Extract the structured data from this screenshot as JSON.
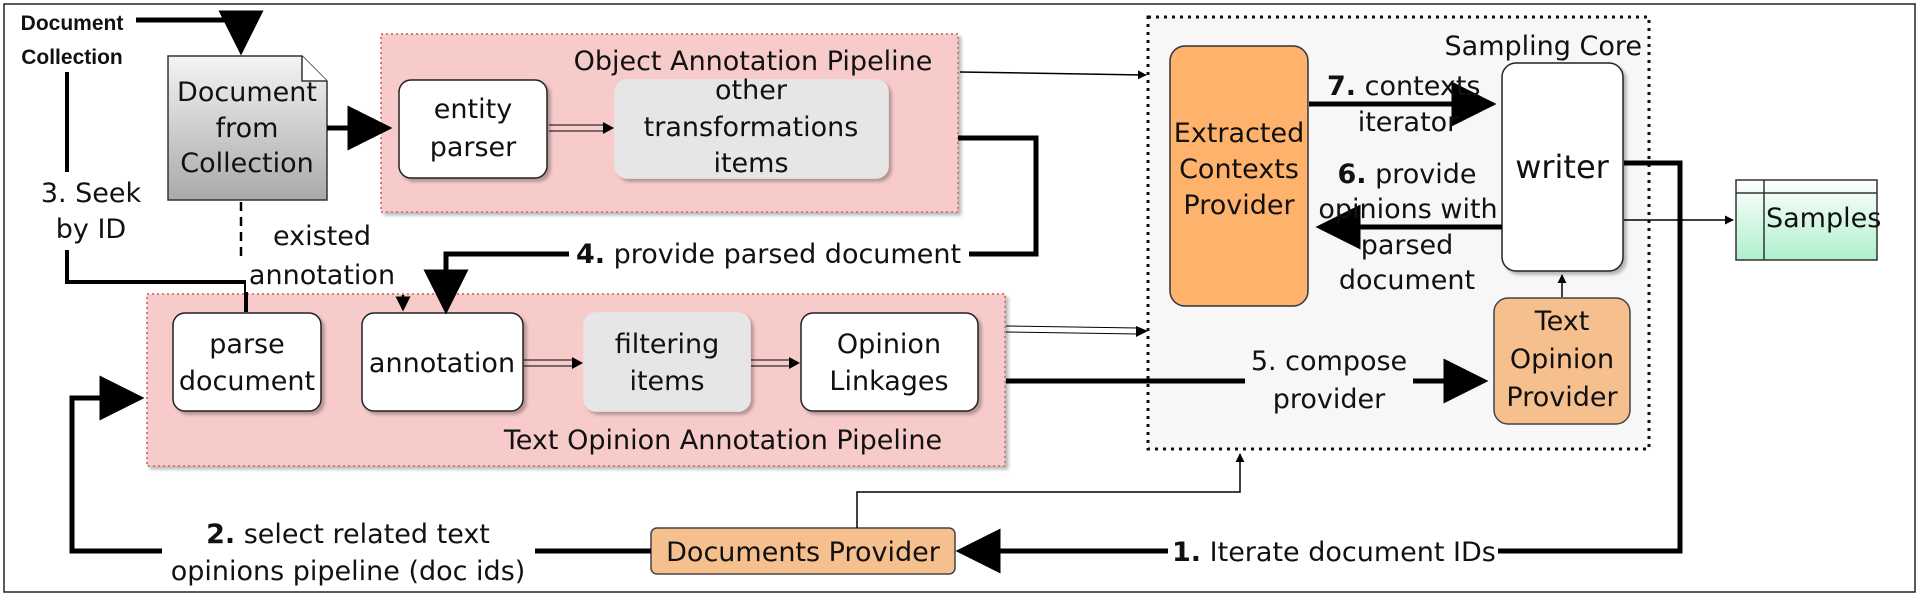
{
  "labels": {
    "doc_collection_line1": "Document",
    "doc_collection_line2": "Collection",
    "doc_from_line1": "Document",
    "doc_from_line2": "from",
    "doc_from_line3": "Collection",
    "object_pipeline_title": "Object Annotation Pipeline",
    "entity_parser_line1": "entity",
    "entity_parser_line2": "parser",
    "other_line1": "other",
    "other_line2": "transformations",
    "other_line3": "items",
    "seek_line1": "3. Seek",
    "seek_line2": "by ID",
    "existed_line1": "existed",
    "existed_line2": "annotation",
    "step4_num": "4.",
    "step4_text": "provide parsed document",
    "parse_doc_line1": "parse",
    "parse_doc_line2": "document",
    "annotation": "annotation",
    "filtering_line1": "filtering",
    "filtering_line2": "items",
    "opinion_link_line1": "Opinion",
    "opinion_link_line2": "Linkages",
    "text_pipeline_title": "Text Opinion Annotation Pipeline",
    "sampling_core": "Sampling Core",
    "extracted_line1": "Extracted",
    "extracted_line2": "Contexts",
    "extracted_line3": "Provider",
    "step7_num": "7.",
    "step7_text_line1": "contexts",
    "step7_text_line2": "iterator",
    "writer": "writer",
    "step6_num": "6.",
    "step6_line1": "provide",
    "step6_line2": "opinions with",
    "step6_line3": "parsed",
    "step6_line4": "document",
    "text_op_line1": "Text",
    "text_op_line2": "Opinion",
    "text_op_line3": "Provider",
    "step5_line1": "5. compose",
    "step5_line2": "provider",
    "samples": "Samples",
    "step2_num": "2.",
    "step2_line1": "select related text",
    "step2_line2": "opinions pipeline (doc ids)",
    "documents_provider": "Documents Provider",
    "step1_num": "1.",
    "step1_text": "Iterate document IDs"
  },
  "colors": {
    "pipeline_fill": "#f8cbcb",
    "pipeline_border": "#d97a7a",
    "gray_box": "#e6e6e6",
    "orange_strong": "#ffb26b",
    "orange_light": "#f5bf8e",
    "samples_fill": "#c9f5dc",
    "sampling_core_fill": "#f7f7f7"
  }
}
